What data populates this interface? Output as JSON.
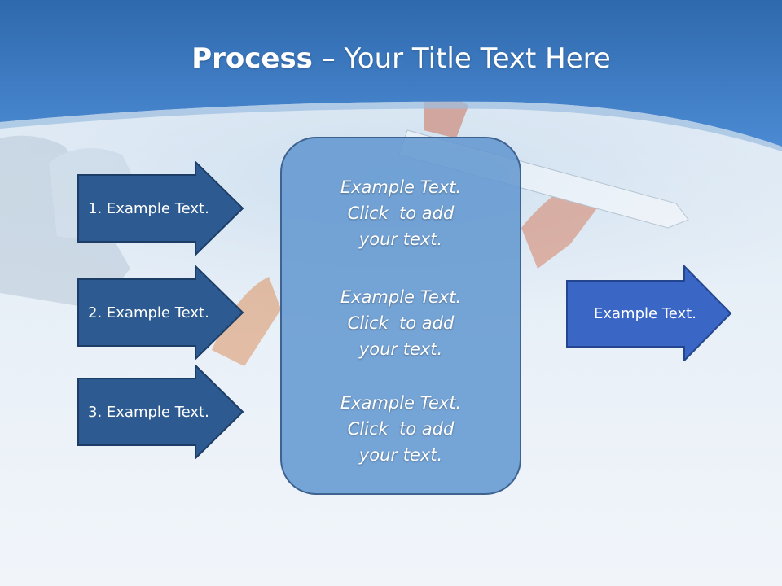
{
  "slide": {
    "title_bold": "Process",
    "title_rest": " – Your Title Text Here",
    "colors": {
      "header_blue": "#3f7cc4",
      "input_arrow_fill": "#2d5b91",
      "output_arrow_fill": "#3a66c6",
      "center_box_fill": "#6498d0"
    }
  },
  "inputs": [
    {
      "label": "1. Example Text."
    },
    {
      "label": "2. Example Text."
    },
    {
      "label": "3. Example Text."
    }
  ],
  "center": {
    "paragraphs": [
      {
        "line1": "Example Text.",
        "line2": "Click  to add",
        "line3": "your text."
      },
      {
        "line1": "Example Text.",
        "line2": "Click  to add",
        "line3": "your text."
      },
      {
        "line1": "Example Text.",
        "line2": "Click  to add",
        "line3": "your text."
      }
    ]
  },
  "output": {
    "label": "Example Text."
  }
}
